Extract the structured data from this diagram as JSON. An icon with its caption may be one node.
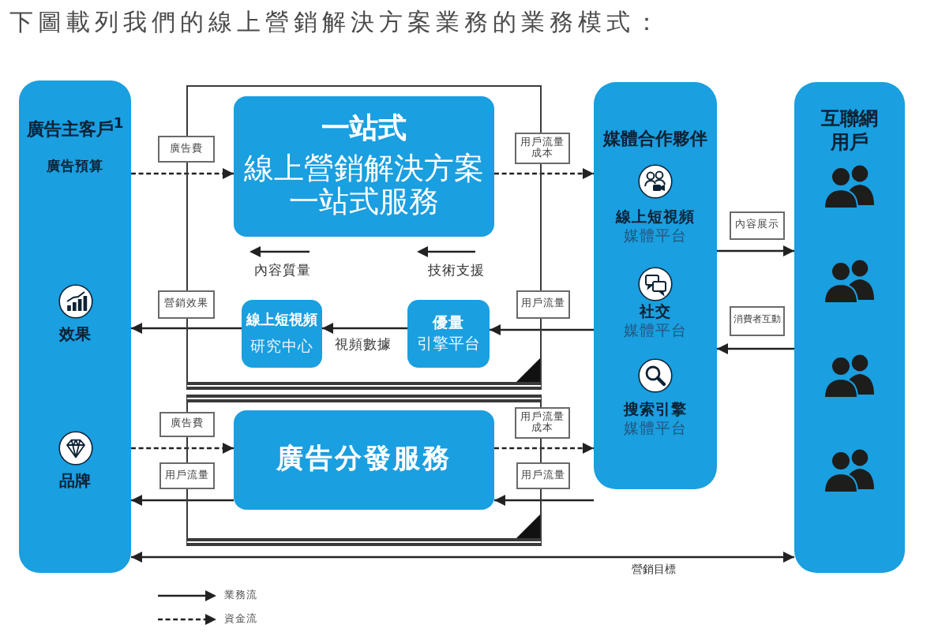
{
  "diagram": {
    "title": "下圖載列我們的線上營銷解決方案業務的業務模式：",
    "nodes": [
      {
        "text": [
          "廣告主客戶$^{1}$",
          "廣告預算",
          "效果",
          "品牌"
        ]
      },
      {
        "text": [],
        "shape": "box"
      },
      {
        "text": [
          "一站式",
          "線上營銷解決方案一站式服務"
        ],
        "in": 1
      },
      {
        "text": [
          "線上短視頻",
          "研究中心"
        ],
        "in": 1
      },
      {
        "text": [
          "優量",
          "引擎平台"
        ],
        "in": 1
      },
      {
        "text": [],
        "shape": "box"
      },
      {
        "text": [
          "廣告分發服務"
        ],
        "in": 5
      },
      {
        "text": [
          "媒體合作夥伴",
          "線上短視頻",
          "媒體平台",
          "社交",
          "媒體平台",
          "搜索引擎",
          "媒體平台"
        ]
      },
      {
        "text": [
          "互聯網用戶"
        ]
      }
    ],
    "edges": [
      {
        "from": 0,
        "to": 2,
        "arrow": "to",
        "style": "dashed",
        "label": "廣告費"
      },
      {
        "from": 3,
        "to": 0,
        "arrow": "to",
        "label": "營銷效果"
      },
      {
        "from": 2,
        "to": 7,
        "arrow": "to",
        "style": "dashed",
        "label": "用戶流量成本"
      },
      {
        "from": 7,
        "to": 4,
        "arrow": "to",
        "label": "用戶流量"
      },
      {
        "from": 4,
        "to": 3,
        "arrow": "to",
        "label": "視頻數據"
      },
      {
        "from": 0,
        "to": 6,
        "arrow": "to",
        "style": "dashed",
        "label": "廣告費"
      },
      {
        "from": 6,
        "to": 0,
        "arrow": "to",
        "label": "用戶流量"
      },
      {
        "from": 6,
        "to": 7,
        "arrow": "to",
        "style": "dashed",
        "label": "用戶流量成本"
      },
      {
        "from": 7,
        "to": 6,
        "arrow": "to",
        "label": "用戶流量"
      },
      {
        "from": 7,
        "to": 8,
        "arrow": "to",
        "label": "內容展示"
      },
      {
        "from": 8,
        "to": 7,
        "arrow": "to",
        "label": "消費者互動"
      },
      {
        "from": 0,
        "to": 8,
        "arrow": "both",
        "label": "營銷目標"
      }
    ],
    "labels": [
      "內容質量",
      "技術支援"
    ],
    "legend": [
      {
        "text": "業務流"
      },
      {
        "text": "資金流"
      }
    ]
  }
}
